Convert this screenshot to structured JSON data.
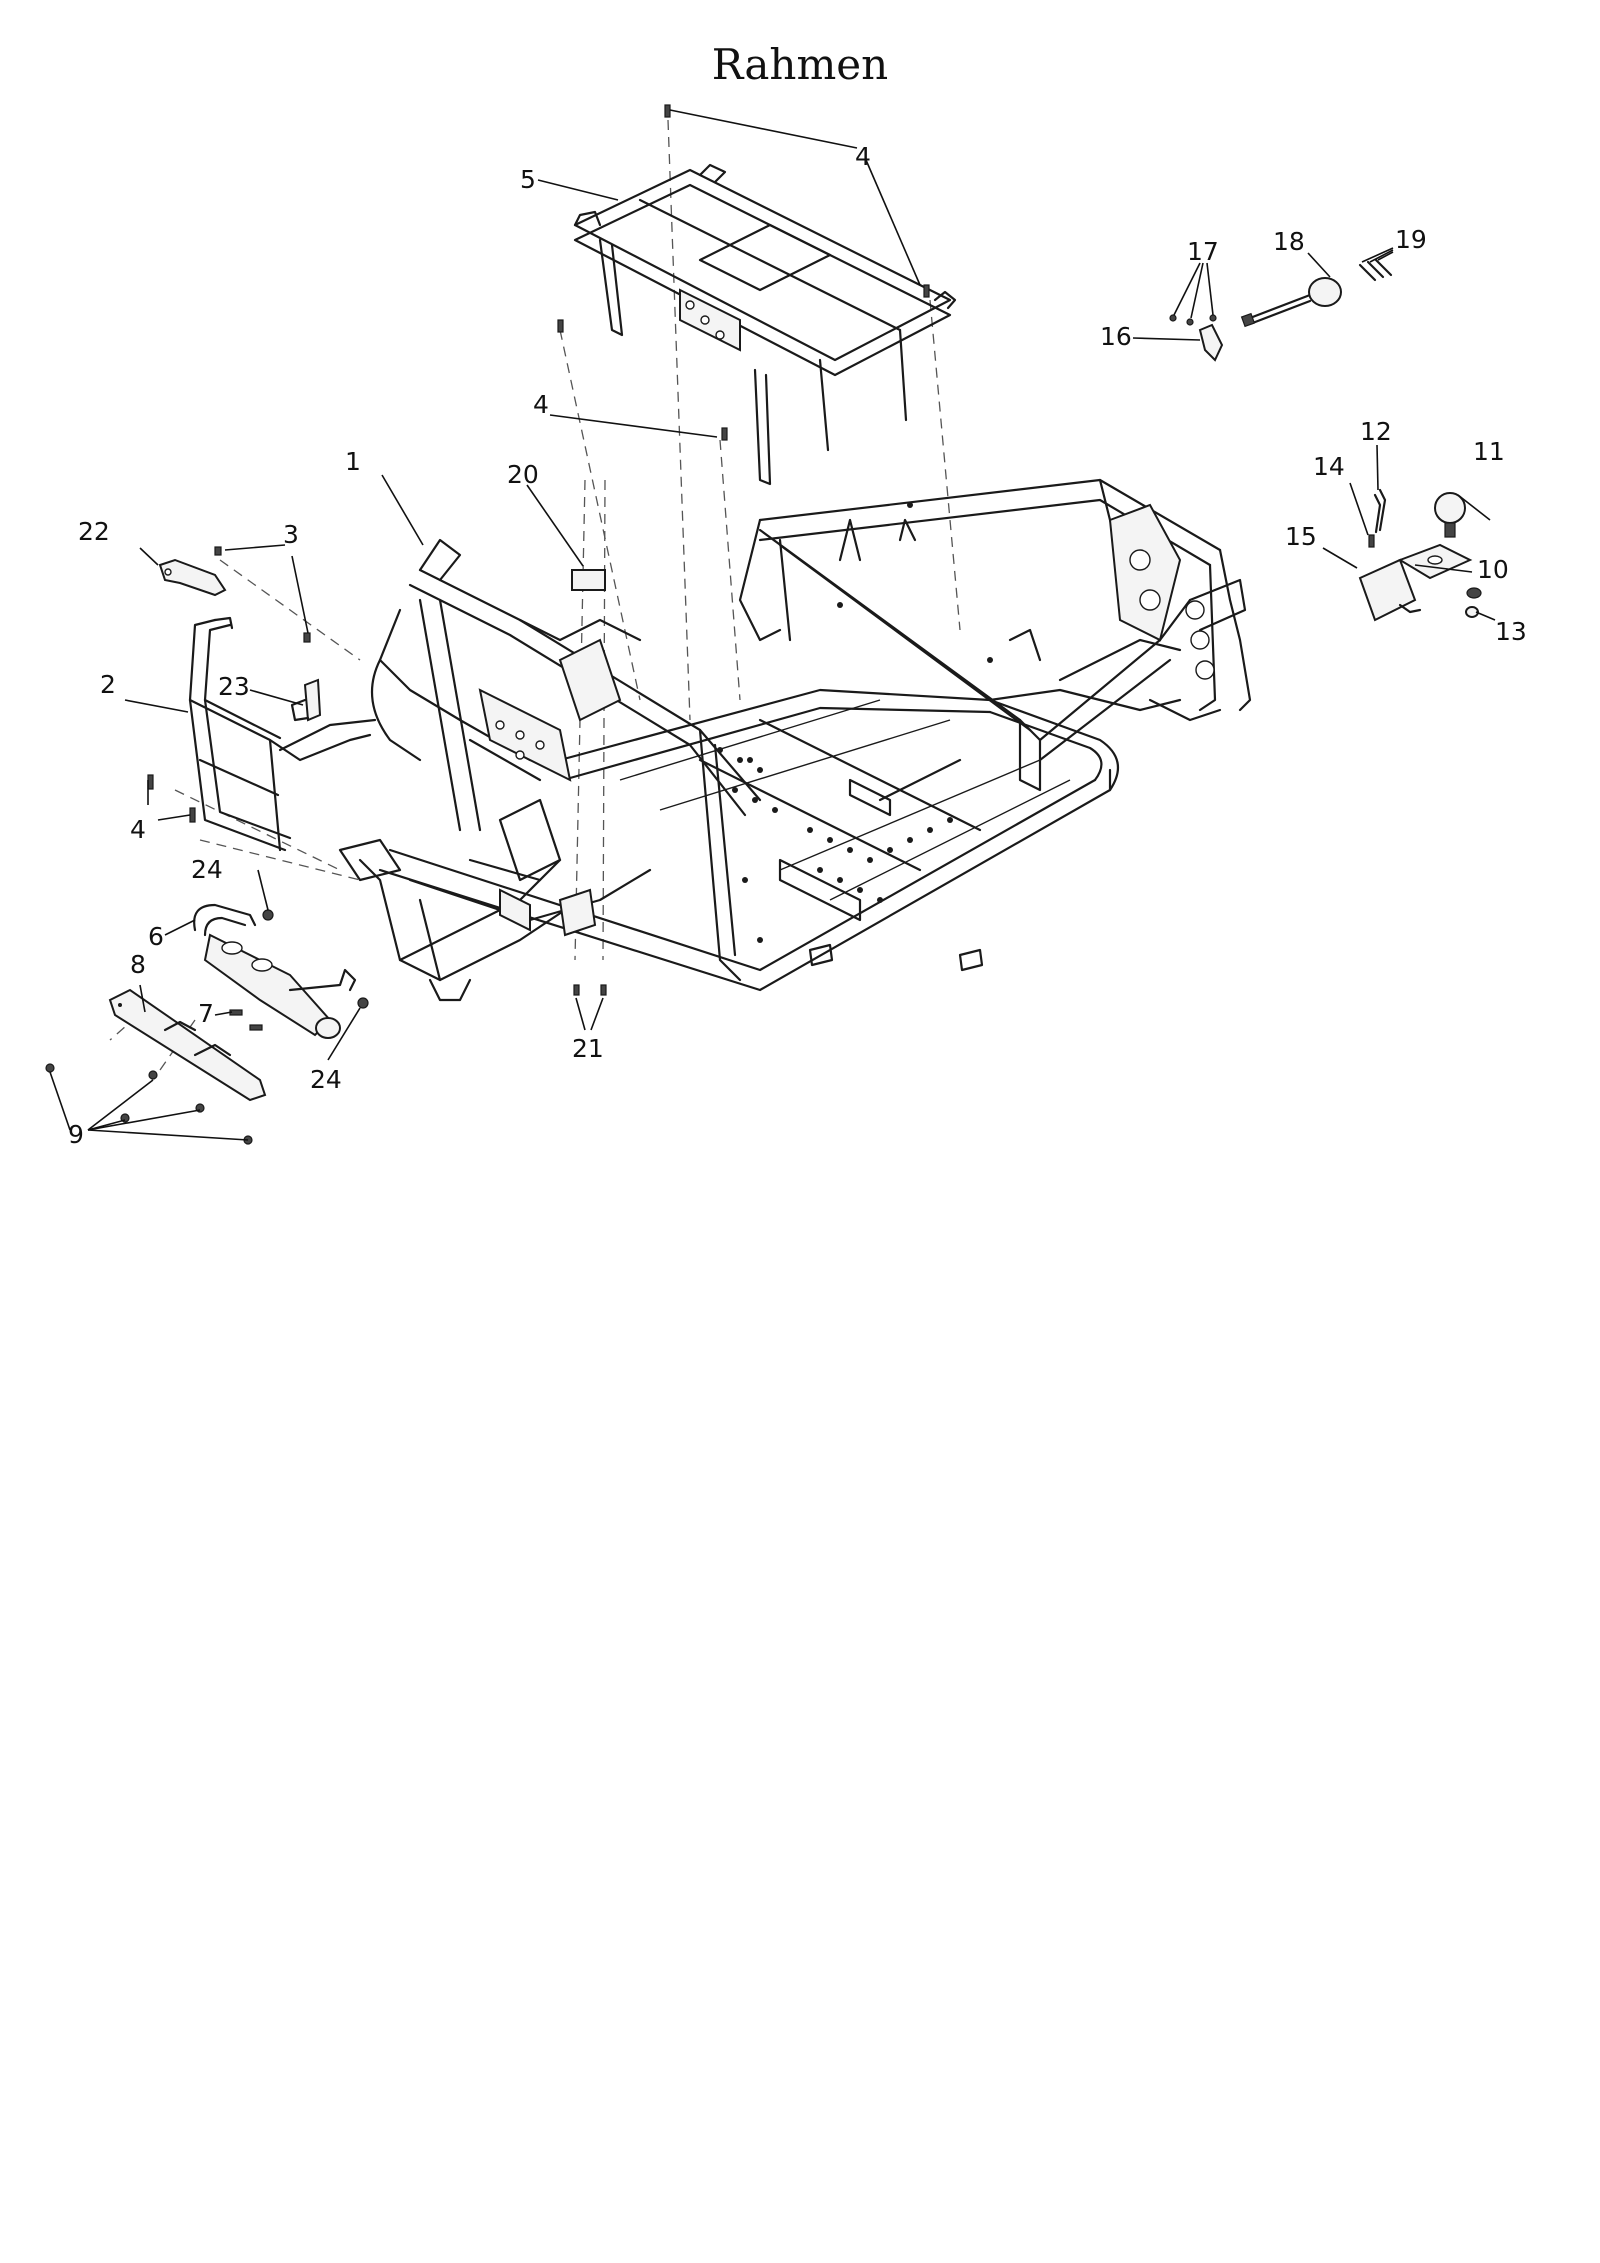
{
  "title": "Rahmen",
  "callouts": {
    "c1": "1",
    "c2": "2",
    "c3": "3",
    "c4a": "4",
    "c4b": "4",
    "c4c": "4",
    "c5": "5",
    "c6": "6",
    "c7": "7",
    "c8": "8",
    "c9": "9",
    "c10": "10",
    "c11": "11",
    "c12": "12",
    "c13": "13",
    "c14": "14",
    "c15": "15",
    "c16": "16",
    "c17": "17",
    "c18": "18",
    "c19": "19",
    "c20": "20",
    "c21": "21",
    "c22": "22",
    "c23": "23",
    "c24a": "24",
    "c24b": "24"
  }
}
